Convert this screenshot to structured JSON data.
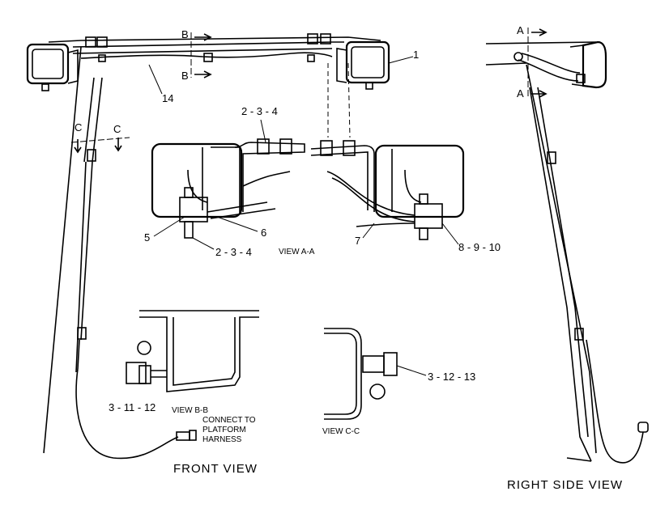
{
  "views": {
    "front_title": "FRONT VIEW",
    "right_side_title": "RIGHT SIDE VIEW",
    "view_aa": "VIEW A-A",
    "view_bb": "VIEW B-B",
    "view_cc": "VIEW C-C"
  },
  "callouts": {
    "c1": "1",
    "c14": "14",
    "c234_top": "2 - 3 - 4",
    "c234_bottom": "2 - 3 - 4",
    "c5": "5",
    "c6": "6",
    "c7": "7",
    "c8910": "8 - 9 - 10",
    "c31112": "3 - 11 - 12",
    "c31213": "3 - 12 - 13"
  },
  "section_marks": {
    "b_top": "B",
    "b_bottom": "B",
    "c_left": "C",
    "c_right": "C",
    "a_top": "A",
    "a_bottom": "A"
  },
  "note": {
    "line1": "CONNECT TO",
    "line2": "PLATFORM",
    "line3": "HARNESS"
  }
}
